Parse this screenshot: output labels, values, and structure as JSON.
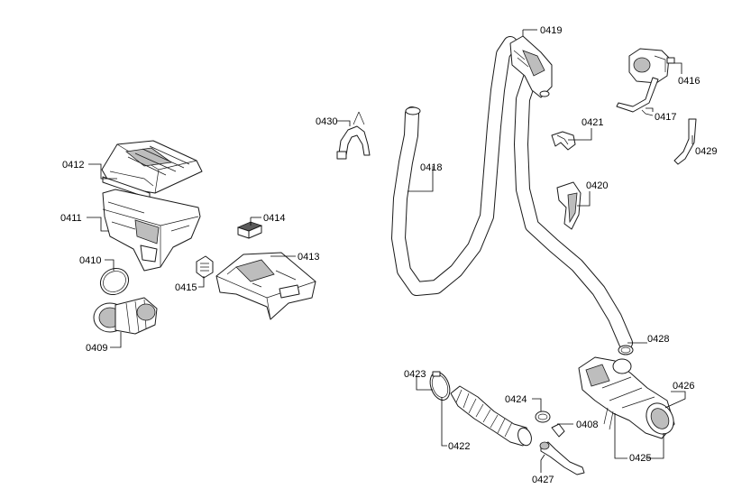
{
  "diagram": {
    "colors": {
      "line": "#1a1a1a",
      "shade": "#bdbdbd",
      "background": "#ffffff"
    },
    "labels": {
      "p0409": "0409",
      "p0410": "0410",
      "p0411": "0411",
      "p0412": "0412",
      "p0413": "0413",
      "p0414": "0414",
      "p0415": "0415",
      "p0416": "0416",
      "p0417": "0417",
      "p0418": "0418",
      "p0419": "0419",
      "p0420": "0420",
      "p0421": "0421",
      "p0422": "0422",
      "p0423": "0423",
      "p0424": "0424",
      "p0425": "0425",
      "p0426": "0426",
      "p0427": "0427",
      "p0428": "0428",
      "p0429": "0429",
      "p0430": "0430",
      "p0408": "0408"
    }
  }
}
